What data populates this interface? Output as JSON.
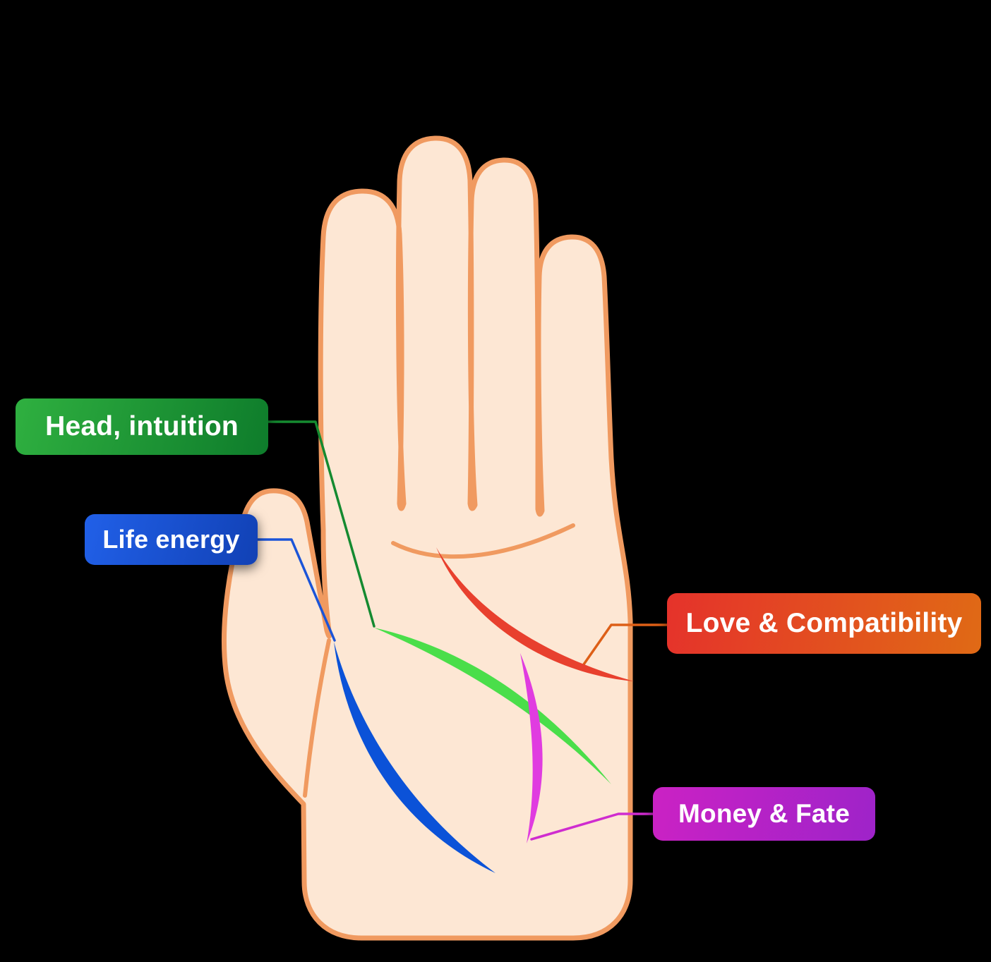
{
  "diagram": {
    "type": "palmistry-hand-diagram",
    "background": "#000000",
    "hand": {
      "fill": "#fde7d4",
      "outline": "#f09a60"
    },
    "labels": [
      {
        "id": "head",
        "text": "Head, intuition",
        "gradient_start": "#2fb040",
        "gradient_end": "#0e7c2b",
        "palm_line_color": "#4ade4a",
        "connector_color": "#158a30"
      },
      {
        "id": "life",
        "text": "Life energy",
        "gradient_start": "#2160e8",
        "gradient_end": "#1141b5",
        "palm_line_color": "#0b52d8",
        "connector_color": "#1b54d8"
      },
      {
        "id": "love",
        "text": "Love & Compatibility",
        "gradient_start": "#e5322b",
        "gradient_end": "#e06a15",
        "palm_line_color": "#e8402e",
        "connector_color": "#dd5f17"
      },
      {
        "id": "money",
        "text": "Money & Fate",
        "gradient_start": "#cb22c4",
        "gradient_end": "#9e23c9",
        "palm_line_color": "#e03ce0",
        "connector_color": "#cf2ccf"
      }
    ]
  }
}
